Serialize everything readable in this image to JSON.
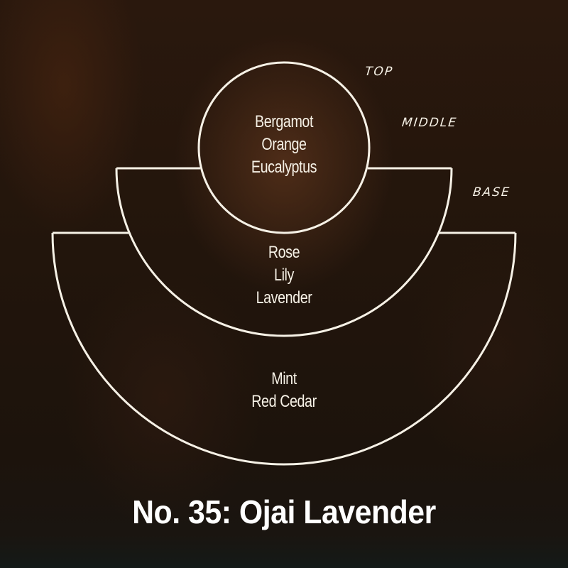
{
  "diagram": {
    "tiers": [
      {
        "label": "TOP",
        "notes": [
          "Bergamot",
          "Orange",
          "Eucalyptus"
        ]
      },
      {
        "label": "MIDDLE",
        "notes": [
          "Rose",
          "Lily",
          "Lavender"
        ]
      },
      {
        "label": "BASE",
        "notes": [
          "Mint",
          "Red Cedar"
        ]
      }
    ],
    "line_color": "#f6f1e6"
  },
  "title": "No. 35: Ojai Lavender"
}
